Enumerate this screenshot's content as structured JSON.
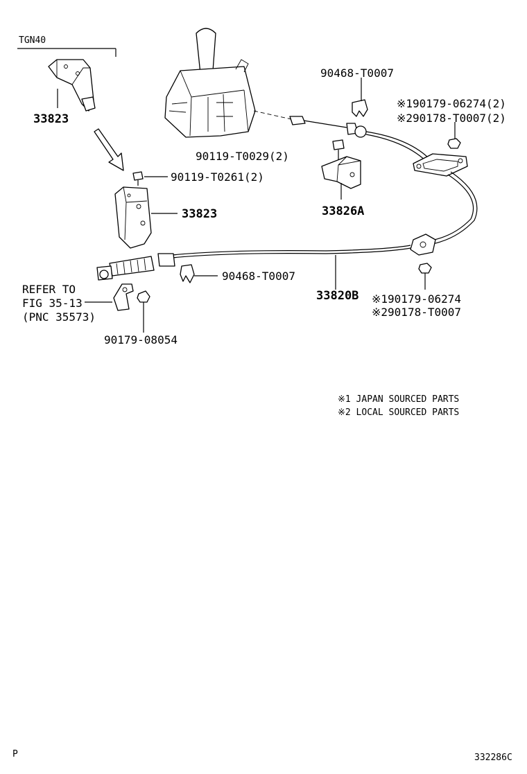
{
  "model": "TGN40",
  "refer": {
    "line1": "REFER TO",
    "line2": "FIG 35-13",
    "line3": "(PNC 35573)"
  },
  "parts": {
    "bracket_top": "33823",
    "bracket_bottom": "33823",
    "bolt_bracket": "90119-T0261(2)",
    "bolt_retainer": "90119-T0029(2)",
    "retainer": "33826A",
    "clip_top": "90468-T0007",
    "clip_bottom": "90468-T0007",
    "cable": "33820B",
    "clamp_nut": "90179-08054",
    "nut_top_1": "※190179-06274(2)",
    "nut_top_2": "※290178-T0007(2)",
    "nut_mid_1": "※190179-06274",
    "nut_mid_2": "※290178-T0007"
  },
  "notes": {
    "note1": "※1 JAPAN SOURCED PARTS",
    "note2": "※2 LOCAL SOURCED PARTS"
  },
  "footer": {
    "left": "P",
    "right": "332286C"
  }
}
